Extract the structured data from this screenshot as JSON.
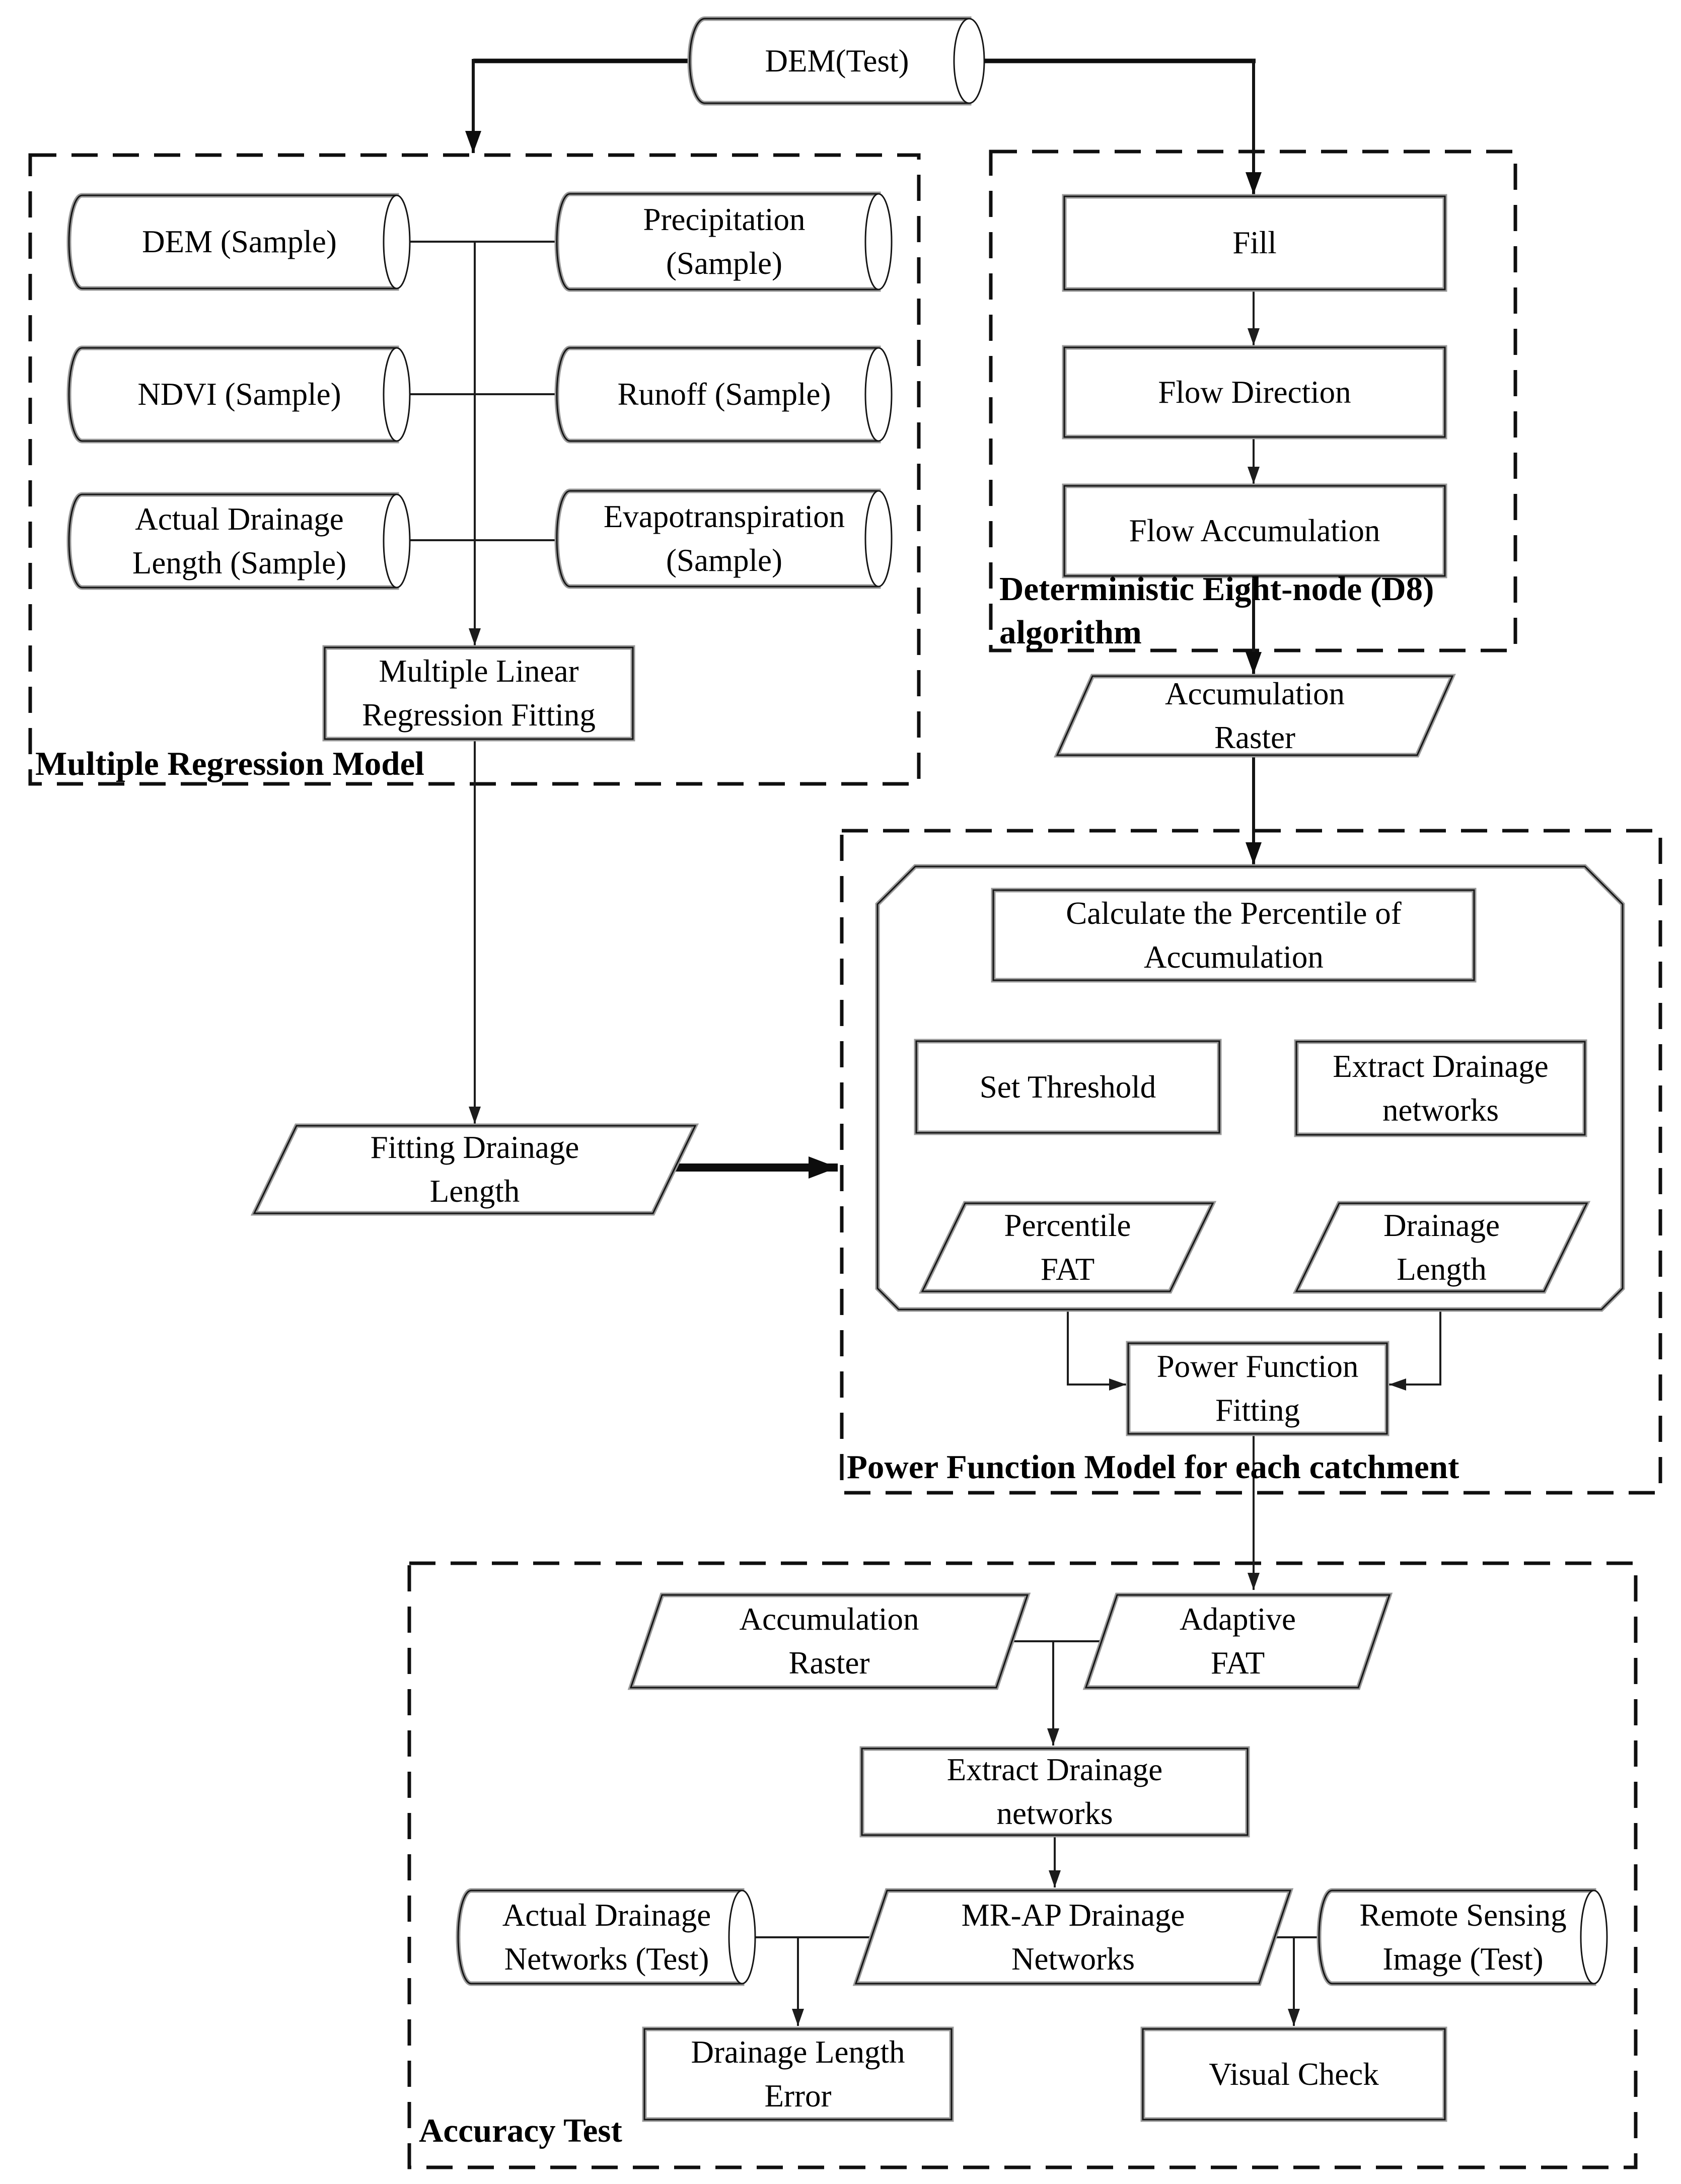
{
  "figure": {
    "type": "flowchart",
    "background": "#ffffff",
    "ink_color": "#000000",
    "shade_color": "#9a9a9a"
  },
  "sections": {
    "multiple_regression_model": "Multiple Regression Model",
    "d8_algorithm": "Deterministic Eight-node (D8)\nalgorithm",
    "power_function_model": "Power Function Model for each catchment",
    "accuracy_test": "Accuracy Test"
  },
  "nodes": {
    "dem_test": "DEM(Test)",
    "dem_sample": "DEM (Sample)",
    "precipitation_sample": "Precipitation\n(Sample)",
    "ndvi_sample": "NDVI (Sample)",
    "runoff_sample": "Runoff (Sample)",
    "actual_drainage_length_sample": "Actual Drainage\nLength (Sample)",
    "evapotranspiration_sample": "Evapotranspiration\n(Sample)",
    "multiple_linear_regression_fitting": "Multiple Linear\nRegression Fitting",
    "fill": "Fill",
    "flow_direction": "Flow Direction",
    "flow_accumulation": "Flow Accumulation",
    "accumulation_raster_top": "Accumulation\nRaster",
    "fitting_drainage_length": "Fitting Drainage\nLength",
    "calculate_percentile": "Calculate the  Percentile of\nAccumulation",
    "set_threshold": "Set Threshold",
    "extract_drainage_networks_model": "Extract Drainage\nnetworks",
    "percentile_fat": "Percentile\nFAT",
    "drainage_length": "Drainage\nLength",
    "power_function_fitting": "Power Function\nFitting",
    "accumulation_raster_test": "Accumulation\nRaster",
    "adaptive_fat": "Adaptive\nFAT",
    "extract_drainage_networks_test": "Extract Drainage\nnetworks",
    "actual_drainage_networks_test": "Actual Drainage\nNetworks (Test)",
    "mr_ap_drainage_networks": "MR-AP Drainage\nNetworks",
    "remote_sensing_image_test": "Remote Sensing\nImage (Test)",
    "drainage_length_error": "Drainage Length\nError",
    "visual_check": "Visual Check"
  }
}
